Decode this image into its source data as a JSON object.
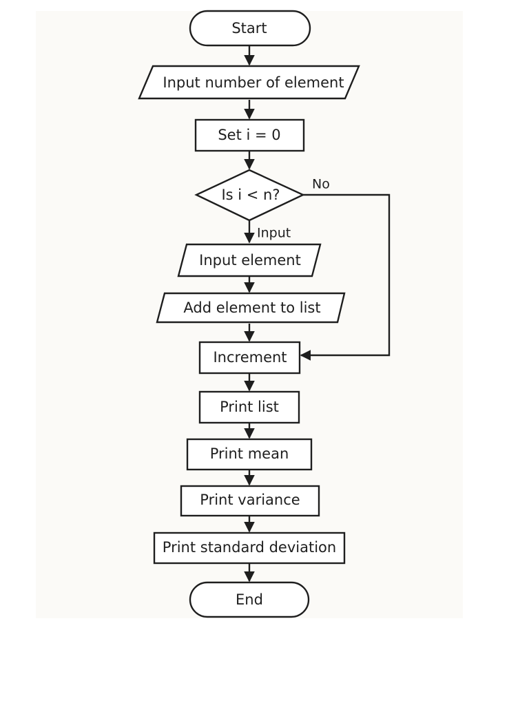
{
  "flowchart": {
    "nodes": {
      "start": "Start",
      "input_count": "Input number of element",
      "set_i": "Set i = 0",
      "condition": "Is i < n?",
      "input_element": "Input element",
      "add_to_list": "Add element to list",
      "increment": "Increment",
      "print_list": "Print list",
      "print_mean": "Print mean",
      "print_variance": "Print variance",
      "print_std": "Print standard deviation",
      "end": "End"
    },
    "edge_labels": {
      "yes_branch": "Input",
      "no_branch": "No"
    }
  },
  "colors": {
    "panel_background": "#fbfaf7",
    "stroke": "#1e1e1e"
  }
}
